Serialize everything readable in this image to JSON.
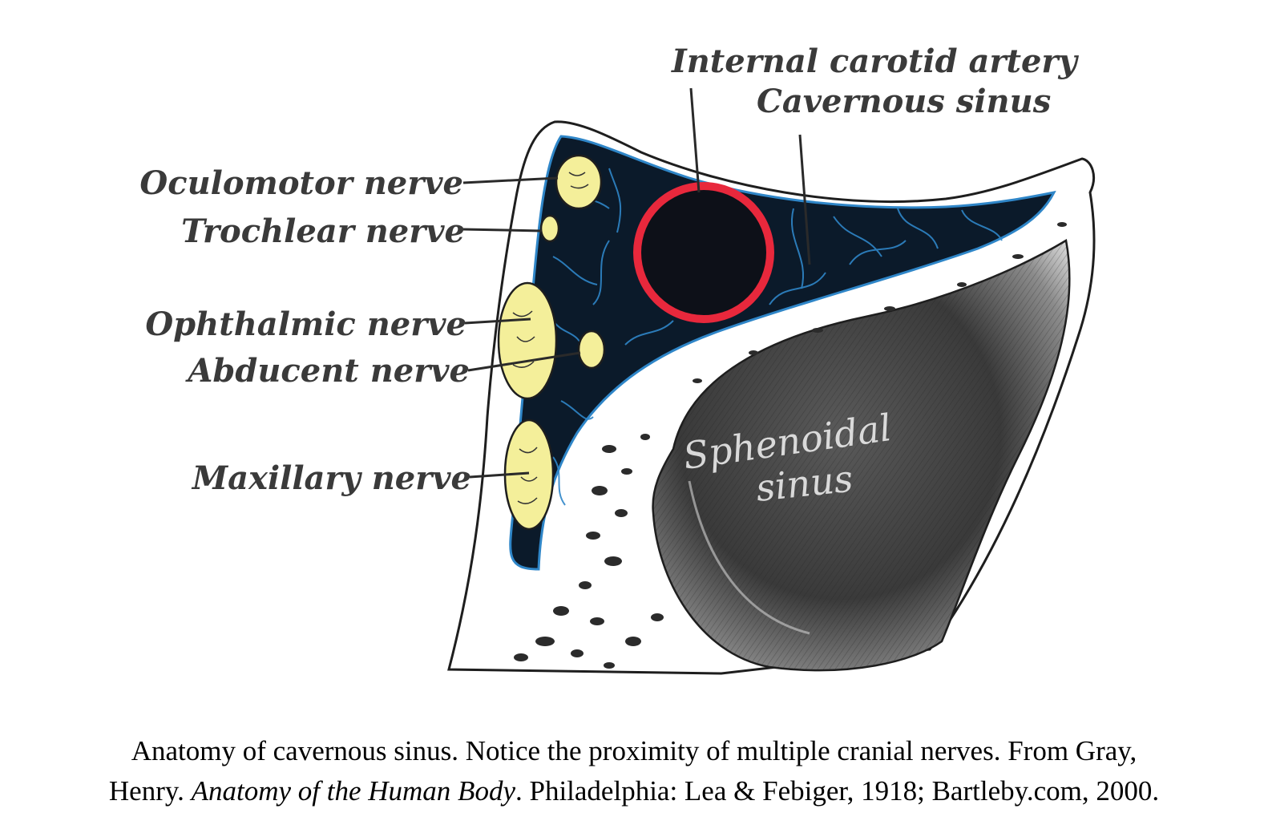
{
  "figure": {
    "labels": {
      "internal_carotid_artery": "Internal carotid artery",
      "cavernous_sinus": "Cavernous sinus",
      "oculomotor_nerve": "Oculomotor nerve",
      "trochlear_nerve": "Trochlear nerve",
      "ophthalmic_nerve": "Ophthalmic nerve",
      "abducent_nerve": "Abducent nerve",
      "maxillary_nerve": "Maxillary nerve",
      "sphenoidal_line1": "Sphenoidal",
      "sphenoidal_line2": "sinus"
    },
    "colors": {
      "sinus_fill": "#0b1a2a",
      "sinus_lines": "#2f86c8",
      "artery_ring": "#e8283c",
      "artery_lumen": "#0d1018",
      "nerve_fill": "#f4ef9a",
      "bone_dark": "#3c3c3c"
    }
  },
  "caption": {
    "line1": "Anatomy of cavernous sinus. Notice the proximity of multiple cranial nerves. From Gray,",
    "line2_prefix": "Henry. ",
    "line2_title": "Anatomy of the Human Body",
    "line2_suffix": ". Philadelphia: Lea & Febiger, 1918; Bartleby.com, 2000."
  }
}
